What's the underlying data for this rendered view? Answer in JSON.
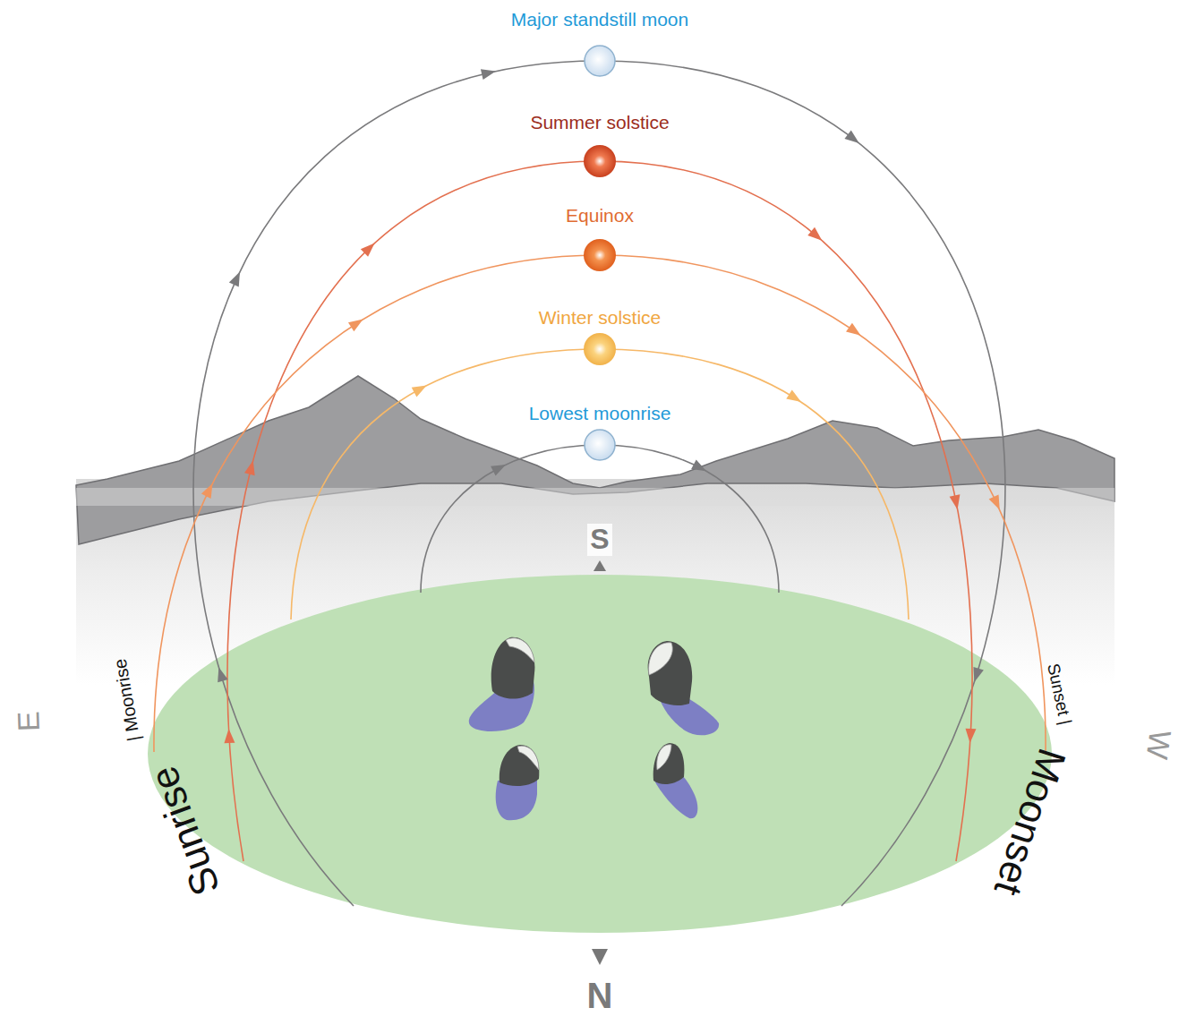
{
  "diagram": {
    "labels": [
      "Major standstill moon",
      "Summer solstice",
      "Equinox",
      "Winter solstice",
      "Lowest moonrise",
      "S",
      "E",
      "Sunrise",
      "| Moonrise",
      "Sunset |",
      "Moonset",
      "W",
      "N"
    ]
  }
}
